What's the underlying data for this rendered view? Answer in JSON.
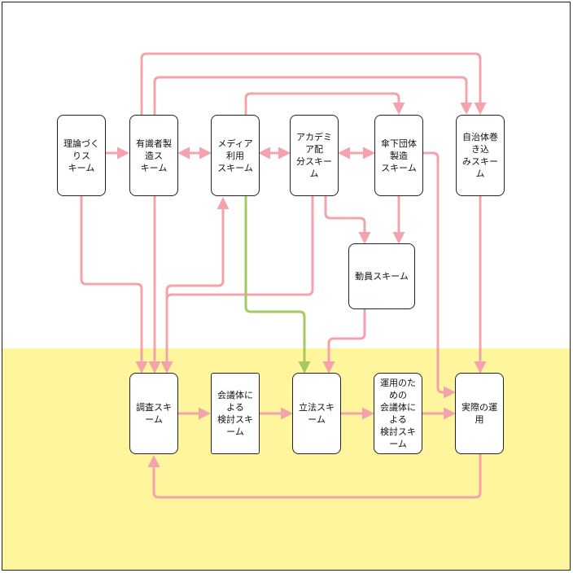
{
  "colors": {
    "pink": "#f4a3ad",
    "green": "#a5c95e",
    "band": "#fff59d"
  },
  "nodes": {
    "theory": "理論づくりス\nキーム",
    "experts": "有識者製造ス\nキーム",
    "media": "メディア利用\nスキーム",
    "academia": "アカデミア配\n分スキーム",
    "affiliates": "傘下団体製造\nスキーム",
    "localgov": "自治体巻き込\nみスキーム",
    "mobilize": "動員スキーム",
    "survey": "調査スキーム",
    "council": "会議体による\n検討スキーム",
    "legislation": "立法スキーム",
    "opcouncil": "運用のための\n会議体による\n検討スキーム",
    "operation": "実際の運用"
  }
}
